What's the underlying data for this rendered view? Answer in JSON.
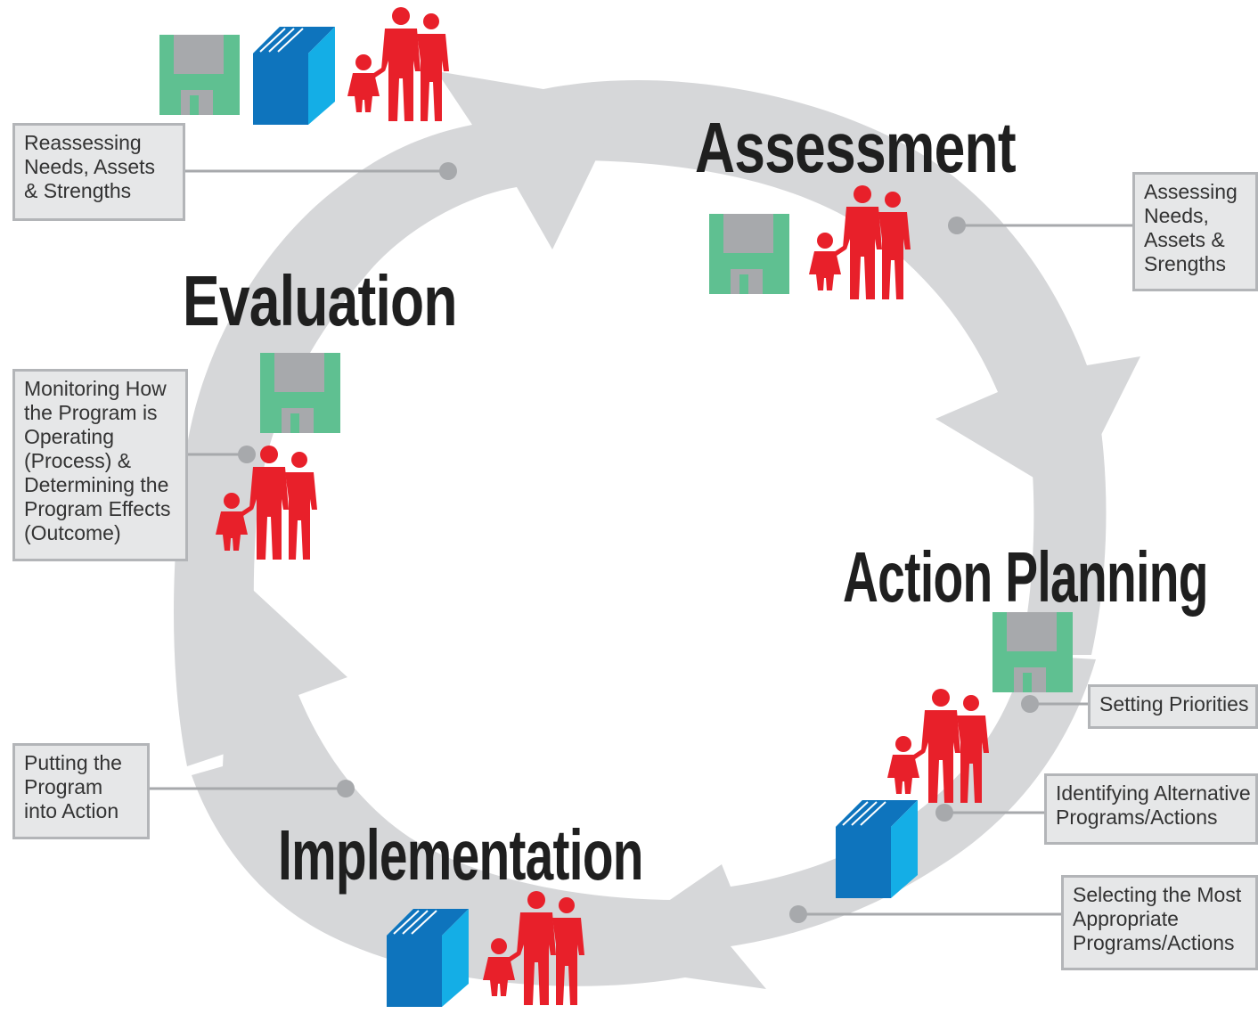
{
  "stages": {
    "assessment": "Assessment",
    "action_planning": "Action Planning",
    "implementation": "Implementation",
    "evaluation": "Evaluation"
  },
  "callouts": {
    "reassessing": [
      "Reassessing",
      "Needs, Assets",
      "& Strengths"
    ],
    "assessing": [
      "Assessing",
      "Needs,",
      "Assets &",
      "Srengths"
    ],
    "monitoring": [
      "Monitoring How",
      "the Program is",
      "Operating",
      "(Process) &",
      "Determining the",
      "Program Effects",
      "(Outcome)"
    ],
    "setting_priorities": [
      "Setting Priorities"
    ],
    "identifying": [
      "Identifying Alternative",
      "Programs/Actions"
    ],
    "selecting": [
      "Selecting the Most",
      "Appropriate",
      "Programs/Actions"
    ],
    "putting": [
      "Putting the",
      "Program",
      "into Action"
    ]
  },
  "colors": {
    "arrow": "#d6d7d9",
    "family": "#e8202a",
    "disk": "#5fc091",
    "disk_label": "#a7a9ac",
    "book_dark": "#0e74bd",
    "book_light": "#14aee6",
    "leader": "#a7a9ac",
    "dot": "#a7a9ac"
  },
  "icons": [
    "floppy-disk-icon",
    "book-icon",
    "family-icon"
  ]
}
